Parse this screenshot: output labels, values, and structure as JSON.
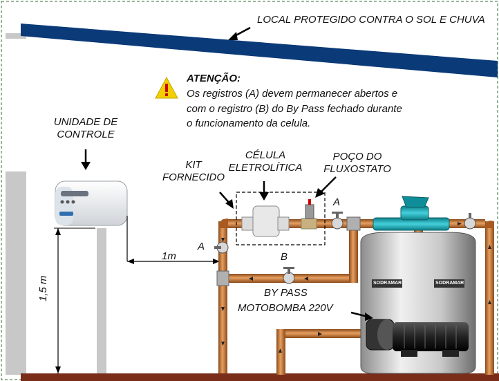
{
  "labels": {
    "roof": "LOCAL PROTEGIDO CONTRA O SOL E CHUVA",
    "warning_title": "ATENÇÃO:",
    "warning_line1": "Os registros (A) devem permanecer abertos e",
    "warning_line2": "com o registro (B) do By Pass fechado durante",
    "warning_line3": "o funcionamento da celula.",
    "control_unit_1": "UNIDADE DE",
    "control_unit_2": "CONTROLE",
    "kit_1": "KIT",
    "kit_2": "FORNECIDO",
    "cell_1": "CÉLULA",
    "cell_2": "ELETROLÍTICA",
    "well_1": "POÇO DO",
    "well_2": "FLUXOSTATO",
    "valve_a_top": "A",
    "valve_a_left": "A",
    "valve_b": "B",
    "distance": "1m",
    "height": "1,5 m",
    "bypass": "BY PASS",
    "pump": "MOTOBOMBA 220V",
    "filter_brand_1": "SODRAMAR",
    "filter_brand_2": "SODRAMAR"
  },
  "icons": {
    "warning": "warning-triangle-icon"
  },
  "colors": {
    "roof": "#0b3a78",
    "pipe": "#c97a3a",
    "pipe_dark": "#8a4a1a",
    "floor": "#7a2e1a",
    "wall": "#c8c8c8",
    "valve_teal": "#1aa9b5",
    "warning_yellow": "#f2d000"
  }
}
